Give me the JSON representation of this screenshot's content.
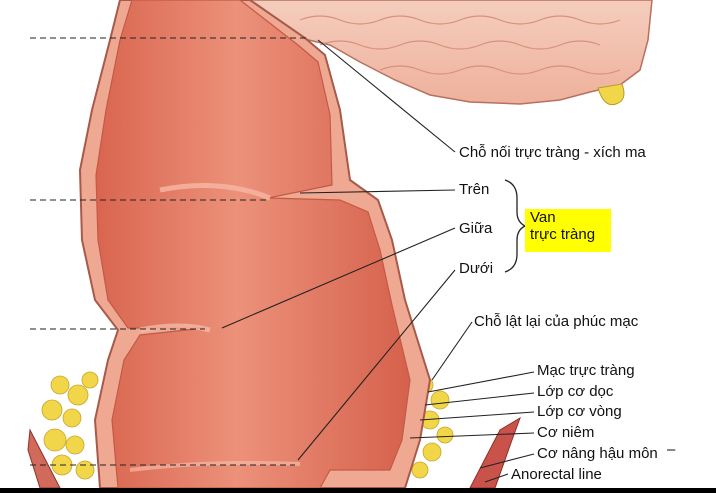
{
  "labels": {
    "rectosigmoid": "Chỗ nối trực tràng - xích ma",
    "upper": "Trên",
    "middle": "Giữa",
    "lower": "Dưới",
    "valve_line1": "Van",
    "valve_line2": "trực tràng",
    "peritoneal_reflection": "Chỗ lật lại của phúc mạc",
    "rectal_fascia": "Mạc trực tràng",
    "longitudinal_muscle": "Lớp cơ dọc",
    "circular_muscle": "Lớp cơ vòng",
    "mucosa_muscle": "Cơ niêm",
    "levator_ani": "Cơ nâng hậu môn",
    "anorectal_line": "Anorectal line",
    "dash_mark": "–"
  },
  "colors": {
    "highlight": "#ffff00",
    "rectum_inner": "#e98a72",
    "rectum_wall": "#f2b6a0",
    "sigmoid": "#f3c2b0",
    "fat": "#f1d64a",
    "leader": "#222222"
  }
}
